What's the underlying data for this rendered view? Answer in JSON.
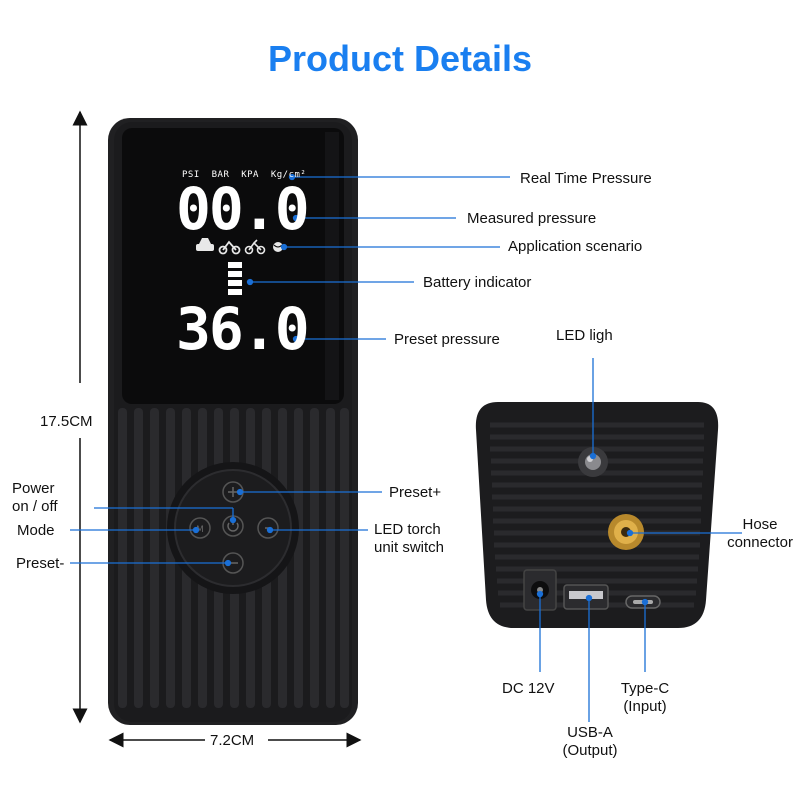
{
  "title": "Product Details",
  "colors": {
    "accent": "#1a7ff0",
    "device": "#1d1d1f",
    "lcd": "#0b0b0c"
  },
  "dimensions": {
    "height": "17.5CM",
    "width": "7.2CM"
  },
  "display": {
    "units": [
      "PSI",
      "BAR",
      "KPA",
      "Kg/cm²"
    ],
    "measured": "00.0",
    "preset": "36.0",
    "scenario_icons": [
      "car-icon",
      "motorcycle-icon",
      "bicycle-icon",
      "ball-icon"
    ]
  },
  "callouts": {
    "real_time_pressure": "Real Time Pressure",
    "measured_pressure": "Measured pressure",
    "application_scenario": "Application scenario",
    "battery_indicator": "Battery indicator",
    "preset_pressure": "Preset pressure",
    "preset_plus": "Preset+",
    "power_line1": "Power",
    "power_line2": "on / off",
    "mode": "Mode",
    "preset_minus": "Preset-",
    "led_torch_line1": "LED torch",
    "led_torch_line2": "unit switch",
    "led_light": "LED ligh",
    "hose_line1": "Hose",
    "hose_line2": "connector",
    "dc": "DC 12V",
    "type_c_line1": "Type-C",
    "type_c_line2": "(Input)",
    "usb_a_line1": "USB-A",
    "usb_a_line2": "(Output)"
  }
}
